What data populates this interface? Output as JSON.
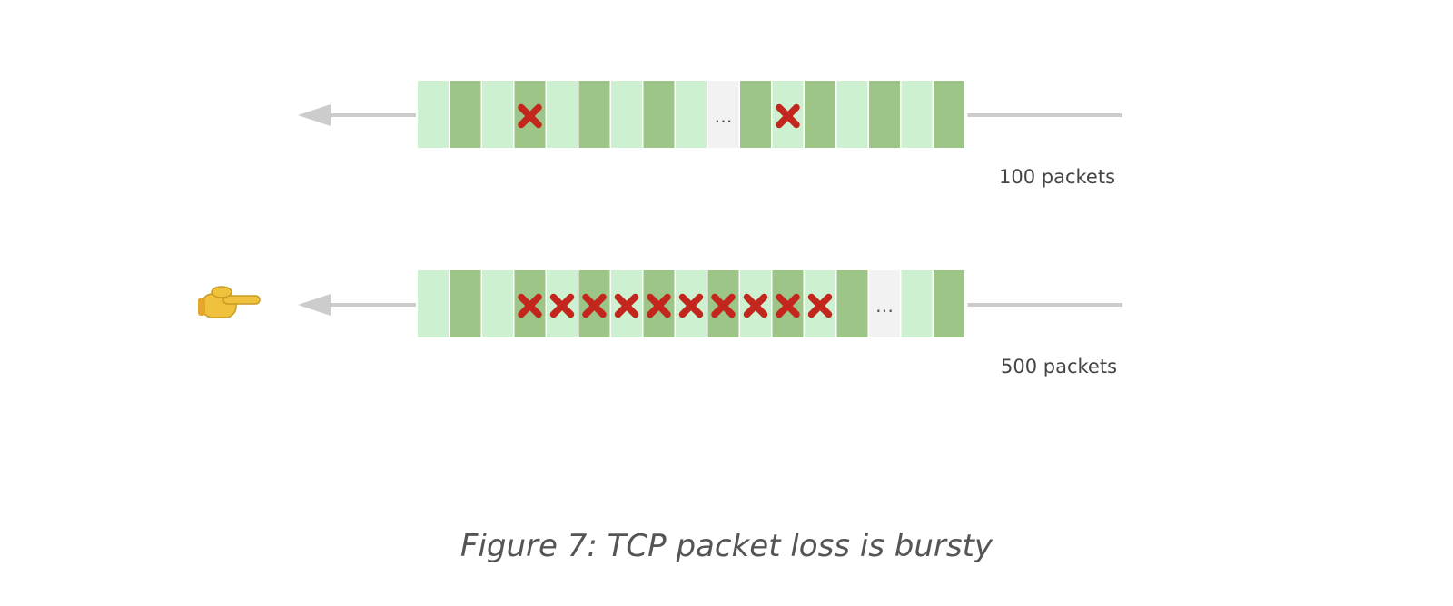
{
  "colors": {
    "light_packet": "#cdf0d1",
    "dark_packet": "#9dc587",
    "gap_packet": "#f2f2f2",
    "loss_mark": "#c2261d",
    "arrow": "#cccccc",
    "pointer_hand": "#f0c13d"
  },
  "icons": {
    "loss": "x-mark-icon",
    "pointer": "pointing-hand-icon",
    "direction": "left-arrow-icon"
  },
  "streams": [
    {
      "label": "100 packets",
      "highlighted": false,
      "packets": [
        {
          "shade": "light",
          "lost": false
        },
        {
          "shade": "dark",
          "lost": false
        },
        {
          "shade": "light",
          "lost": false
        },
        {
          "shade": "dark",
          "lost": true
        },
        {
          "shade": "light",
          "lost": false
        },
        {
          "shade": "dark",
          "lost": false
        },
        {
          "shade": "light",
          "lost": false
        },
        {
          "shade": "dark",
          "lost": false
        },
        {
          "shade": "light",
          "lost": false
        },
        {
          "shade": "gap",
          "lost": false,
          "text": "…"
        },
        {
          "shade": "dark",
          "lost": false
        },
        {
          "shade": "light",
          "lost": true
        },
        {
          "shade": "dark",
          "lost": false
        },
        {
          "shade": "light",
          "lost": false
        },
        {
          "shade": "dark",
          "lost": false
        },
        {
          "shade": "light",
          "lost": false
        },
        {
          "shade": "dark",
          "lost": false
        }
      ]
    },
    {
      "label": "500 packets",
      "highlighted": true,
      "packets": [
        {
          "shade": "light",
          "lost": false
        },
        {
          "shade": "dark",
          "lost": false
        },
        {
          "shade": "light",
          "lost": false
        },
        {
          "shade": "dark",
          "lost": true
        },
        {
          "shade": "light",
          "lost": true
        },
        {
          "shade": "dark",
          "lost": true
        },
        {
          "shade": "light",
          "lost": true
        },
        {
          "shade": "dark",
          "lost": true
        },
        {
          "shade": "light",
          "lost": true
        },
        {
          "shade": "dark",
          "lost": true
        },
        {
          "shade": "light",
          "lost": true
        },
        {
          "shade": "dark",
          "lost": true
        },
        {
          "shade": "light",
          "lost": true
        },
        {
          "shade": "dark",
          "lost": false
        },
        {
          "shade": "gap",
          "lost": false,
          "text": "…"
        },
        {
          "shade": "light",
          "lost": false
        },
        {
          "shade": "dark",
          "lost": false
        }
      ]
    }
  ],
  "caption": "Figure 7: TCP packet loss is bursty"
}
